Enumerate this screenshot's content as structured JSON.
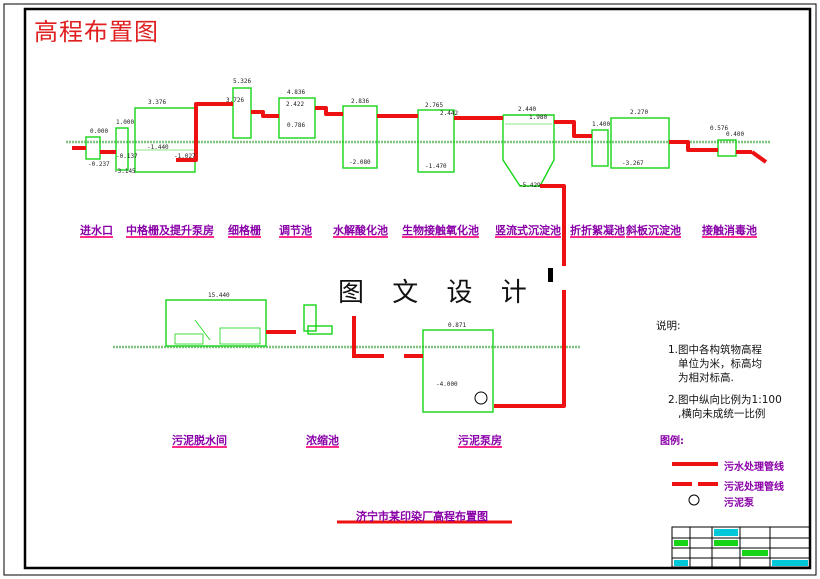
{
  "title": "高程布置图",
  "watermark": "图 文 设 计",
  "process_labels": [
    "进水口",
    "中格栅及提升泵房",
    "细格栅",
    "调节池",
    "水解酸化池",
    "生物接触氧化池",
    "竖流式沉淀池",
    "折折絮凝池",
    "斜板沉淀池",
    "接触消毒池"
  ],
  "sludge_labels": [
    "污泥脱水间",
    "浓缩池",
    "污泥泵房"
  ],
  "notes": {
    "heading": "说明:",
    "n1a": "1.图中各构筑物高程",
    "n1b": "单位为米，标高均",
    "n1c": "为相对标高.",
    "n2a": "2.图中纵向比例为1:100",
    "n2b": ",横向未成统一比例"
  },
  "legend": {
    "heading": "图例:",
    "sewage": "污水处理管线",
    "sludge": "污泥处理管线",
    "pump": "污泥泵"
  },
  "drawing_title": "济宁市某印染厂高程布置图",
  "elevations": {
    "e_in1": "0.000",
    "e_in2": "-0.237",
    "e_grid1": "1.000",
    "e_grid2": "-0.137",
    "e_grid3": "-3.145",
    "e_lift1": "3.376",
    "e_lift2": "-1.440",
    "e_lift3": "-1.027",
    "e_fine1": "5.326",
    "e_fine2": "3.726",
    "e_adj1": "4.836",
    "e_adj2": "2.422",
    "e_adj3": "0.786",
    "e_hyd1": "2.836",
    "e_hyd2": "-2.080",
    "e_bio1": "2.765",
    "e_bio2": "2.442",
    "e_bio3": "-1.470",
    "e_sed1": "2.440",
    "e_sed2": "1.980",
    "e_sed3": "-5.429",
    "e_floc": "1.400",
    "e_incl1": "2.270",
    "e_incl2": "-3.267",
    "e_dis1": "0.576",
    "e_dis2": "0.400",
    "e_dew": "15.440",
    "e_pump1": "0.871",
    "e_pump2": "-4.000"
  },
  "colors": {
    "pipe": "#ee1111",
    "structure": "#16d416",
    "ground": "#7fc37f",
    "label": "#8a00a8"
  }
}
